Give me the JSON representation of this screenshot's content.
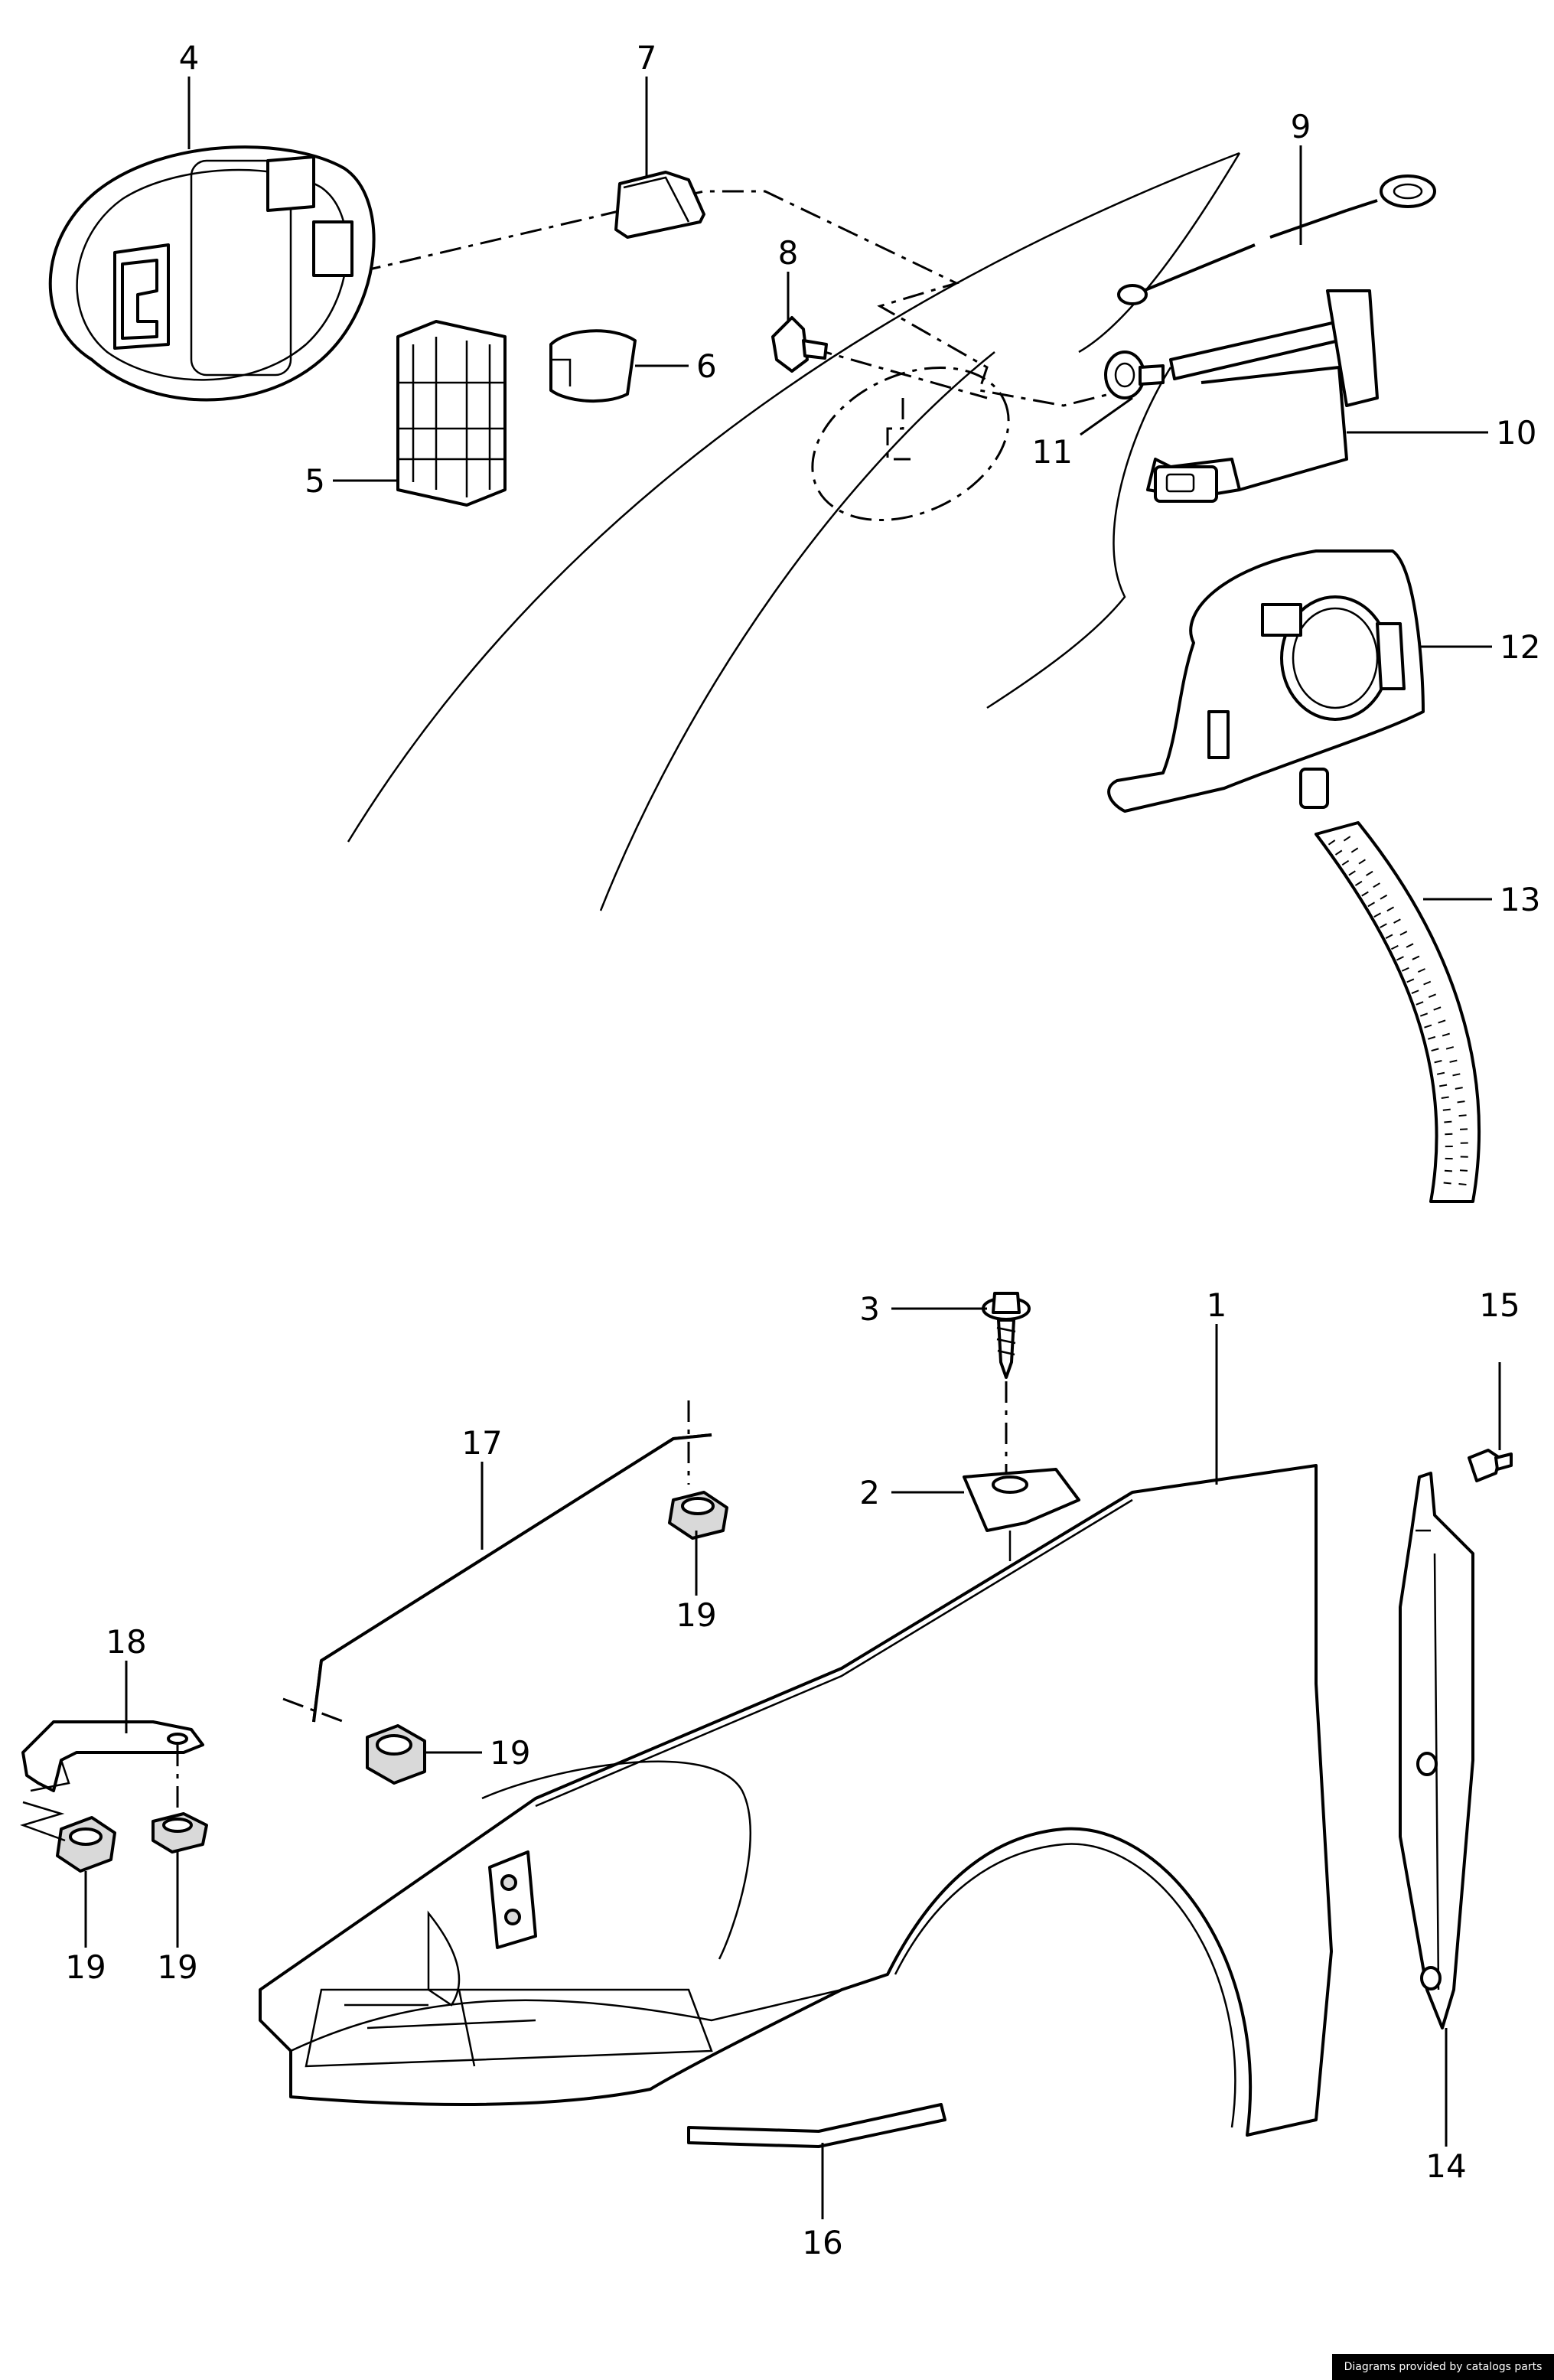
{
  "callouts": {
    "c1": "1",
    "c2": "2",
    "c3": "3",
    "c4": "4",
    "c5": "5",
    "c6": "6",
    "c7": "7",
    "c8": "8",
    "c9": "9",
    "c10": "10",
    "c11": "11",
    "c12": "12",
    "c13": "13",
    "c14": "14",
    "c15": "15",
    "c16": "16",
    "c17": "17",
    "c18": "18",
    "c19a": "19",
    "c19b": "19",
    "c19c": "19",
    "c19d": "19"
  },
  "footer": {
    "credit": "Diagrams provided by catalogs parts"
  }
}
